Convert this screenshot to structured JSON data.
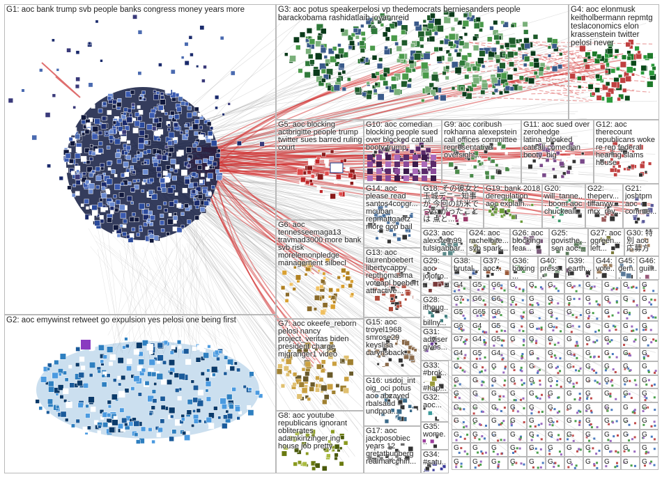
{
  "groups": [
    {
      "id": "G1",
      "label": "G1: aoc bank trump svb people banks congress money years more",
      "color": "#1a2a6c"
    },
    {
      "id": "G2",
      "label": "G2: aoc emywinst retweet go expulsion yes pelosi one being first",
      "color": "#2e7fc0"
    },
    {
      "id": "G3",
      "label": "G3: aoc potus speakerpelosi vp thedemocrats berniesanders people barackobama rashidatlaib joyannreid",
      "color": "#2f7a3a"
    },
    {
      "id": "G4",
      "label": "G4: aoc elonmusk keitholbermann repmtg teslaconomics elon krassenstein twitter pelosi never",
      "color": "#1e7a2a"
    },
    {
      "id": "G5",
      "label": "G5: aoc blocking actbrigitte people trump twitter sues barred ruling court",
      "color": "#c0282a"
    },
    {
      "id": "G6",
      "label": "G6: aoc tennesseemaga13 travmad3000 more bank svb risk morelemonpledge management silbecl",
      "color": "#d9a030"
    },
    {
      "id": "G7",
      "label": "G7: aoc okeefe_reborn pelosi nancy project_veritas biden president charge mjgranger1 video",
      "color": "#caa040"
    },
    {
      "id": "G8",
      "label": "G8: aoc youtube republicans ignorant obliterates adamkinzinger ing house job pretty",
      "color": "#8a9a20"
    },
    {
      "id": "G9",
      "label": "G9: aoc coribush rokhanna alexepstein call offices committee representative oversight...",
      "color": "#4a8a4a"
    },
    {
      "id": "G10",
      "label": "G10: aoc comedian blocking people sued over blocked catcall booty trump",
      "color": "#5a2a6a"
    },
    {
      "id": "G11",
      "label": "G11: aoc sued over zerohedge latina_blocked catcall comedian booty_big",
      "color": "#7a4a8a"
    },
    {
      "id": "G12",
      "label": "G12: aoc therecount republicans woke re rep federal hearing slams house",
      "color": "#c04040"
    },
    {
      "id": "G13",
      "label": "G13: aoc laurenboebert libertycappy repthomasma voteapl boebert attractive...",
      "color": "#b04a3a"
    },
    {
      "id": "G14",
      "label": "G14: aoc please read santos4congr... mcuban repmattgaetz more gop bail",
      "color": "#406a9a"
    },
    {
      "id": "G15",
      "label": "G15: aoc troyel1968 smrose29 keyslisa carynsback...",
      "color": "#8a6a4a"
    },
    {
      "id": "G16",
      "label": "G16: usdoj_int oig_oci potus aoc abzayed rbalsaud undppa...",
      "color": "#3a6a8a"
    },
    {
      "id": "G17",
      "label": "G17: aoc jackposobiec years 12 gretathunberg realmarcchin...",
      "color": "#6a6a6a"
    },
    {
      "id": "G18",
      "label": "G18: その彼女と 玉城デニー知事が 今回の訪米でつな がったことは 点と...",
      "color": "#9a3a6a"
    },
    {
      "id": "G19",
      "label": "G19: bank 2018 deregulation aoc explain...",
      "color": "#6a9a3a"
    },
    {
      "id": "G20",
      "label": "G20: will_tanne... boom aoc chuckcall...",
      "color": "#3a9a6a"
    },
    {
      "id": "G21",
      "label": "G21: joshtpm aoc comme...",
      "color": "#5a5a9a"
    },
    {
      "id": "G22",
      "label": "G22: theperv... tiffanyw... mrx_rev...",
      "color": "#9a5a5a"
    },
    {
      "id": "G23",
      "label": "G23: aoc alexstein99 tulsigabbar...",
      "color": "#5a8a8a"
    },
    {
      "id": "G24",
      "label": "G24: aoc rachelbite... svb spark...",
      "color": "#8a8a5a"
    },
    {
      "id": "G25",
      "label": "G25: govisthe... sen aoc...",
      "color": "#5a7a5a"
    },
    {
      "id": "G26",
      "label": "G26: aoc blocking fear...",
      "color": "#7a5a7a"
    },
    {
      "id": "G27",
      "label": "G27: aoc ggreen... left...",
      "color": "#7a7a3a"
    },
    {
      "id": "G28",
      "label": "G28: ithoug... billny...",
      "color": "#3a7a7a"
    },
    {
      "id": "G29",
      "label": "G29: aoc jojofro...",
      "color": "#7a3a3a"
    },
    {
      "id": "G30",
      "label": "G30: 特別 aoc 応募方",
      "color": "#9a6a3a"
    },
    {
      "id": "G31",
      "label": "G31: adviser gives...",
      "color": "#6a3a9a"
    },
    {
      "id": "G32",
      "label": "G32: aoc...",
      "color": "#3a9a9a"
    },
    {
      "id": "G33",
      "label": "G33: #brok... #hap...",
      "color": "#9a9a3a"
    },
    {
      "id": "G34",
      "label": "G34: #satu...",
      "color": "#3a3a9a"
    },
    {
      "id": "G35",
      "label": "G35: wome...",
      "color": "#9a3a9a"
    },
    {
      "id": "G36",
      "label": "G36: boxing...",
      "color": "#5a9a5a"
    },
    {
      "id": "G37",
      "label": "G37: aoc...",
      "color": "#9a5a3a"
    },
    {
      "id": "G38",
      "label": "G38: brutal...",
      "color": "#3a5a9a"
    },
    {
      "id": "G39",
      "label": "G39: earth...",
      "color": "#5a3a5a"
    },
    {
      "id": "G40",
      "label": "G40: press...",
      "color": "#7a9a7a"
    },
    {
      "id": "G44",
      "label": "G44: vote...",
      "color": "#9a7a5a"
    },
    {
      "id": "G45",
      "label": "G45: dem...",
      "color": "#5a7a9a"
    },
    {
      "id": "G46",
      "label": "G46: guill...",
      "color": "#9a5a7a"
    }
  ],
  "small_cluster_texts": [
    "G4",
    "G5",
    "G6",
    "G7",
    "G6",
    "G6",
    "G5",
    "G65",
    "G6",
    "G6",
    "G4",
    "G5",
    "G7",
    "G4",
    "G5",
    "G4",
    "G5",
    "G4",
    "G5",
    "G6",
    "G7",
    "G73"
  ],
  "mini_prefix": "G",
  "colors": {
    "edge_gray": "#9a9a9a",
    "edge_red": "#d23030",
    "border": "#b9b9b9"
  }
}
